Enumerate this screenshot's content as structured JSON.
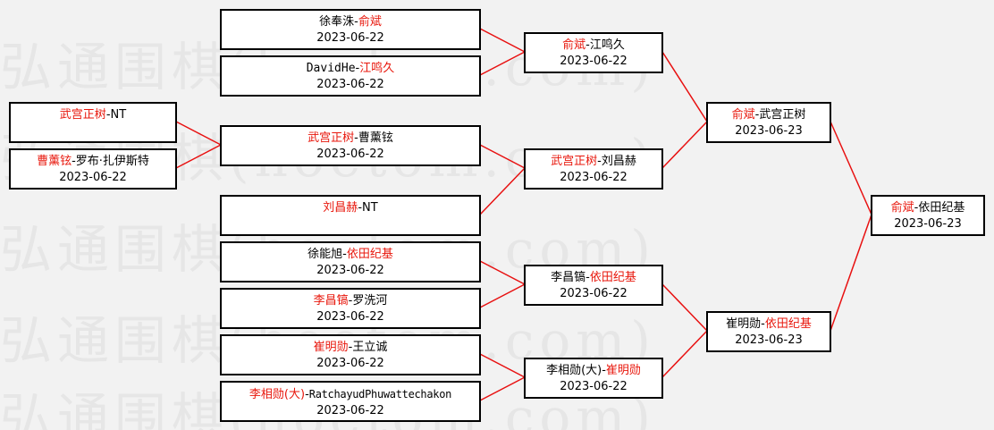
{
  "watermark": "弘通围棋(hoetom.com)",
  "colors": {
    "winner": "#e8170c",
    "line": "#e81010",
    "border": "#000000",
    "background": "#f2f2f2"
  },
  "bracket": {
    "r0": [
      {
        "p1": "武宫正树",
        "sep": "-",
        "p2": "NT",
        "winner": 1,
        "date": ""
      },
      {
        "p1": "曹薰铉",
        "sep": "-",
        "p2": "罗布·扎伊斯特",
        "winner": 1,
        "date": "2023-06-22"
      }
    ],
    "r1": [
      {
        "p1": "徐奉洙",
        "sep": "-",
        "p2": "俞斌",
        "winner": 2,
        "date": "2023-06-22"
      },
      {
        "p1": "DavidHe",
        "sep": "-",
        "p2": "江鸣久",
        "winner": 2,
        "date": "2023-06-22"
      },
      {
        "p1": "武宫正树",
        "sep": "-",
        "p2": "曹薰铉",
        "winner": 1,
        "date": "2023-06-22"
      },
      {
        "p1": "刘昌赫",
        "sep": "-",
        "p2": "NT",
        "winner": 1,
        "date": ""
      },
      {
        "p1": "徐能旭",
        "sep": "-",
        "p2": "依田纪基",
        "winner": 2,
        "date": "2023-06-22"
      },
      {
        "p1": "李昌镐",
        "sep": "-",
        "p2": "罗洗河",
        "winner": 1,
        "date": "2023-06-22"
      },
      {
        "p1": "崔明勋",
        "sep": "-",
        "p2": "王立诚",
        "winner": 1,
        "date": "2023-06-22"
      },
      {
        "p1": "李相勋(大)",
        "sep": "-",
        "p2": "RatchayudPhuwattechakon",
        "winner": 1,
        "date": "2023-06-22"
      }
    ],
    "r2": [
      {
        "p1": "俞斌",
        "sep": "-",
        "p2": "江鸣久",
        "winner": 1,
        "date": "2023-06-22"
      },
      {
        "p1": "武宫正树",
        "sep": "-",
        "p2": "刘昌赫",
        "winner": 1,
        "date": "2023-06-22"
      },
      {
        "p1": "李昌镐",
        "sep": "-",
        "p2": "依田纪基",
        "winner": 2,
        "date": "2023-06-22"
      },
      {
        "p1": "李相勋(大)",
        "sep": "-",
        "p2": "崔明勋",
        "winner": 2,
        "date": "2023-06-22"
      }
    ],
    "r3": [
      {
        "p1": "俞斌",
        "sep": "-",
        "p2": "武宫正树",
        "winner": 1,
        "date": "2023-06-23"
      },
      {
        "p1": "崔明勋",
        "sep": "-",
        "p2": "依田纪基",
        "winner": 2,
        "date": "2023-06-23"
      }
    ],
    "r4": [
      {
        "p1": "俞斌",
        "sep": "-",
        "p2": "依田纪基",
        "winner": 1,
        "date": "2023-06-23"
      }
    ]
  }
}
